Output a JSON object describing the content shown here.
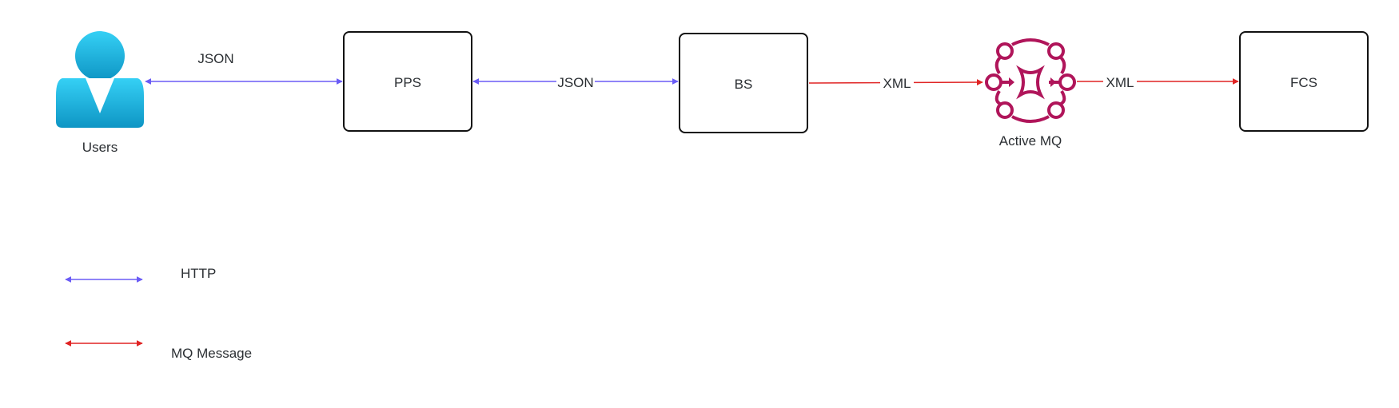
{
  "colors": {
    "http": "#6b5cf6",
    "mq": "#e02424",
    "activemq": "#b0155a",
    "user_top": "#35d0f5",
    "user_bottom": "#0e95c4",
    "box_stroke": "#111111",
    "text": "#2b2f33"
  },
  "nodes": {
    "users": {
      "label": "Users",
      "icon": "user-icon"
    },
    "pps": {
      "label": "PPS"
    },
    "bs": {
      "label": "BS"
    },
    "activemq": {
      "label": "Active MQ",
      "icon": "activemq-icon"
    },
    "fcs": {
      "label": "FCS"
    }
  },
  "edges": {
    "users_pps": {
      "label": "JSON",
      "type": "http"
    },
    "pps_bs": {
      "label": "JSON",
      "type": "http"
    },
    "bs_mq": {
      "label": "XML",
      "type": "mq"
    },
    "mq_fcs": {
      "label": "XML",
      "type": "mq"
    }
  },
  "legend": {
    "http": {
      "label": "HTTP"
    },
    "mq": {
      "label": "MQ Message"
    }
  }
}
